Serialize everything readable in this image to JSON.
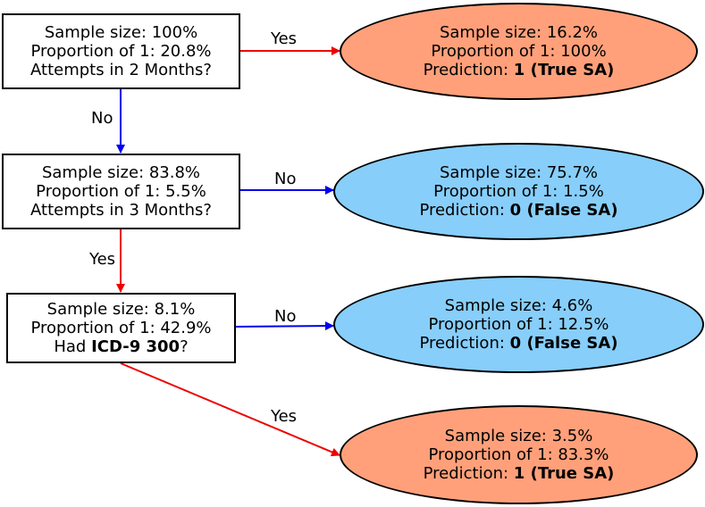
{
  "colors": {
    "true_fill": "#FFA07A",
    "false_fill": "#87CEFA",
    "yes_edge": "#EE0000",
    "no_edge": "#0000EE"
  },
  "decision_nodes": [
    {
      "sample": "Sample size: 100%",
      "proportion": "Proportion of 1: 20.8%",
      "question": "Attempts in 2 Months?"
    },
    {
      "sample": "Sample size: 83.8%",
      "proportion": "Proportion of 1: 5.5%",
      "question": "Attempts in 3 Months?"
    },
    {
      "sample": "Sample size: 8.1%",
      "proportion": "Proportion of 1: 42.9%",
      "question_prefix": "Had ",
      "question_bold": "ICD-9 300",
      "question_suffix": "?"
    }
  ],
  "leaf_nodes": [
    {
      "sample": "Sample size: 16.2%",
      "proportion": "Proportion of 1: 100%",
      "pred_prefix": "Prediction: ",
      "pred_value": "1 (True SA)",
      "color": "true"
    },
    {
      "sample": "Sample size: 75.7%",
      "proportion": "Proportion of 1: 1.5%",
      "pred_prefix": "Prediction: ",
      "pred_value": "0 (False SA)",
      "color": "false"
    },
    {
      "sample": "Sample size: 4.6%",
      "proportion": "Proportion of 1: 12.5%",
      "pred_prefix": "Prediction: ",
      "pred_value": "0 (False SA)",
      "color": "false"
    },
    {
      "sample": "Sample size: 3.5%",
      "proportion": "Proportion of 1: 83.3%",
      "pred_prefix": "Prediction: ",
      "pred_value": "1 (True SA)",
      "color": "true"
    }
  ],
  "edges": {
    "e1": "Yes",
    "e2": "No",
    "e3": "No",
    "e4": "Yes",
    "e5": "No",
    "e6": "Yes"
  }
}
